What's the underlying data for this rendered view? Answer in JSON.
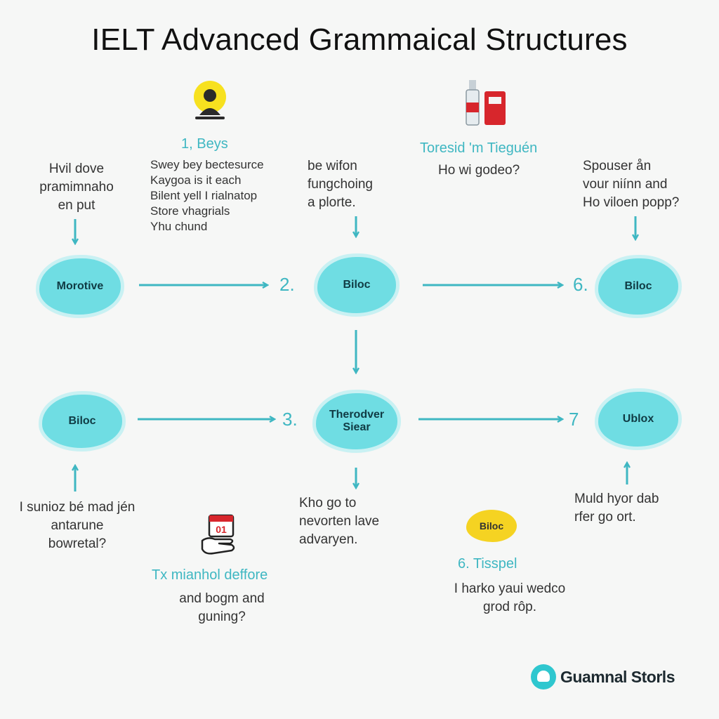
{
  "title": "IELT Advanced Grammaical Structures",
  "nodes": {
    "n1": "Morotive",
    "n2": "Biloc",
    "n3": "Biloc",
    "n4": "Biloc",
    "n5": "Therodver Siear",
    "n6": "Ublox",
    "small": "Biloc"
  },
  "numbers": {
    "two": "2.",
    "three": "3.",
    "six": "6.",
    "seven": "7"
  },
  "labels": {
    "beys": "1, Beys",
    "toresid": "Toresid 'm Tieguén",
    "tx": "Tx mianhol deffore",
    "tisspel": "6. Tisspel"
  },
  "texts": {
    "top_left": [
      "Hvil dove",
      "pramimnaho",
      "en put"
    ],
    "beys_list": [
      "Swey bey bectesurce",
      "Kaygoa is it each",
      "Bilent yell I rialnatop",
      "Store vhagrials",
      "Yhu chund"
    ],
    "center_top": [
      "be wifon",
      "fungchoing",
      "a plorte."
    ],
    "toresid_sub": "Ho wi godeo?",
    "right_top": [
      "Spouser ån",
      "vour niínn and",
      "Ho viloen popp?"
    ],
    "bottom_left": [
      "I sunioz bé mad jén",
      "antarune",
      "bowretal?"
    ],
    "center_bottom": [
      "Kho go to",
      "nevorten lave",
      "advaryen."
    ],
    "tx_sub": [
      "and bogm and",
      "guning?"
    ],
    "right_bottom": [
      "Muld hyor dab",
      "rfer go ort."
    ],
    "tisspel_sub": [
      "I harko yaui wedco",
      "grod rôp."
    ]
  },
  "icons": {
    "person": "person-icon",
    "bottle": "bottle-icon",
    "calendar": "calendar-hand-icon",
    "logo": "logo-icon"
  },
  "brand": "Guamnal Storls",
  "colors": {
    "node": "#6fdde3",
    "arrow": "#3fb7c2",
    "accent": "#f5d322",
    "bottle": "#d7262c"
  }
}
